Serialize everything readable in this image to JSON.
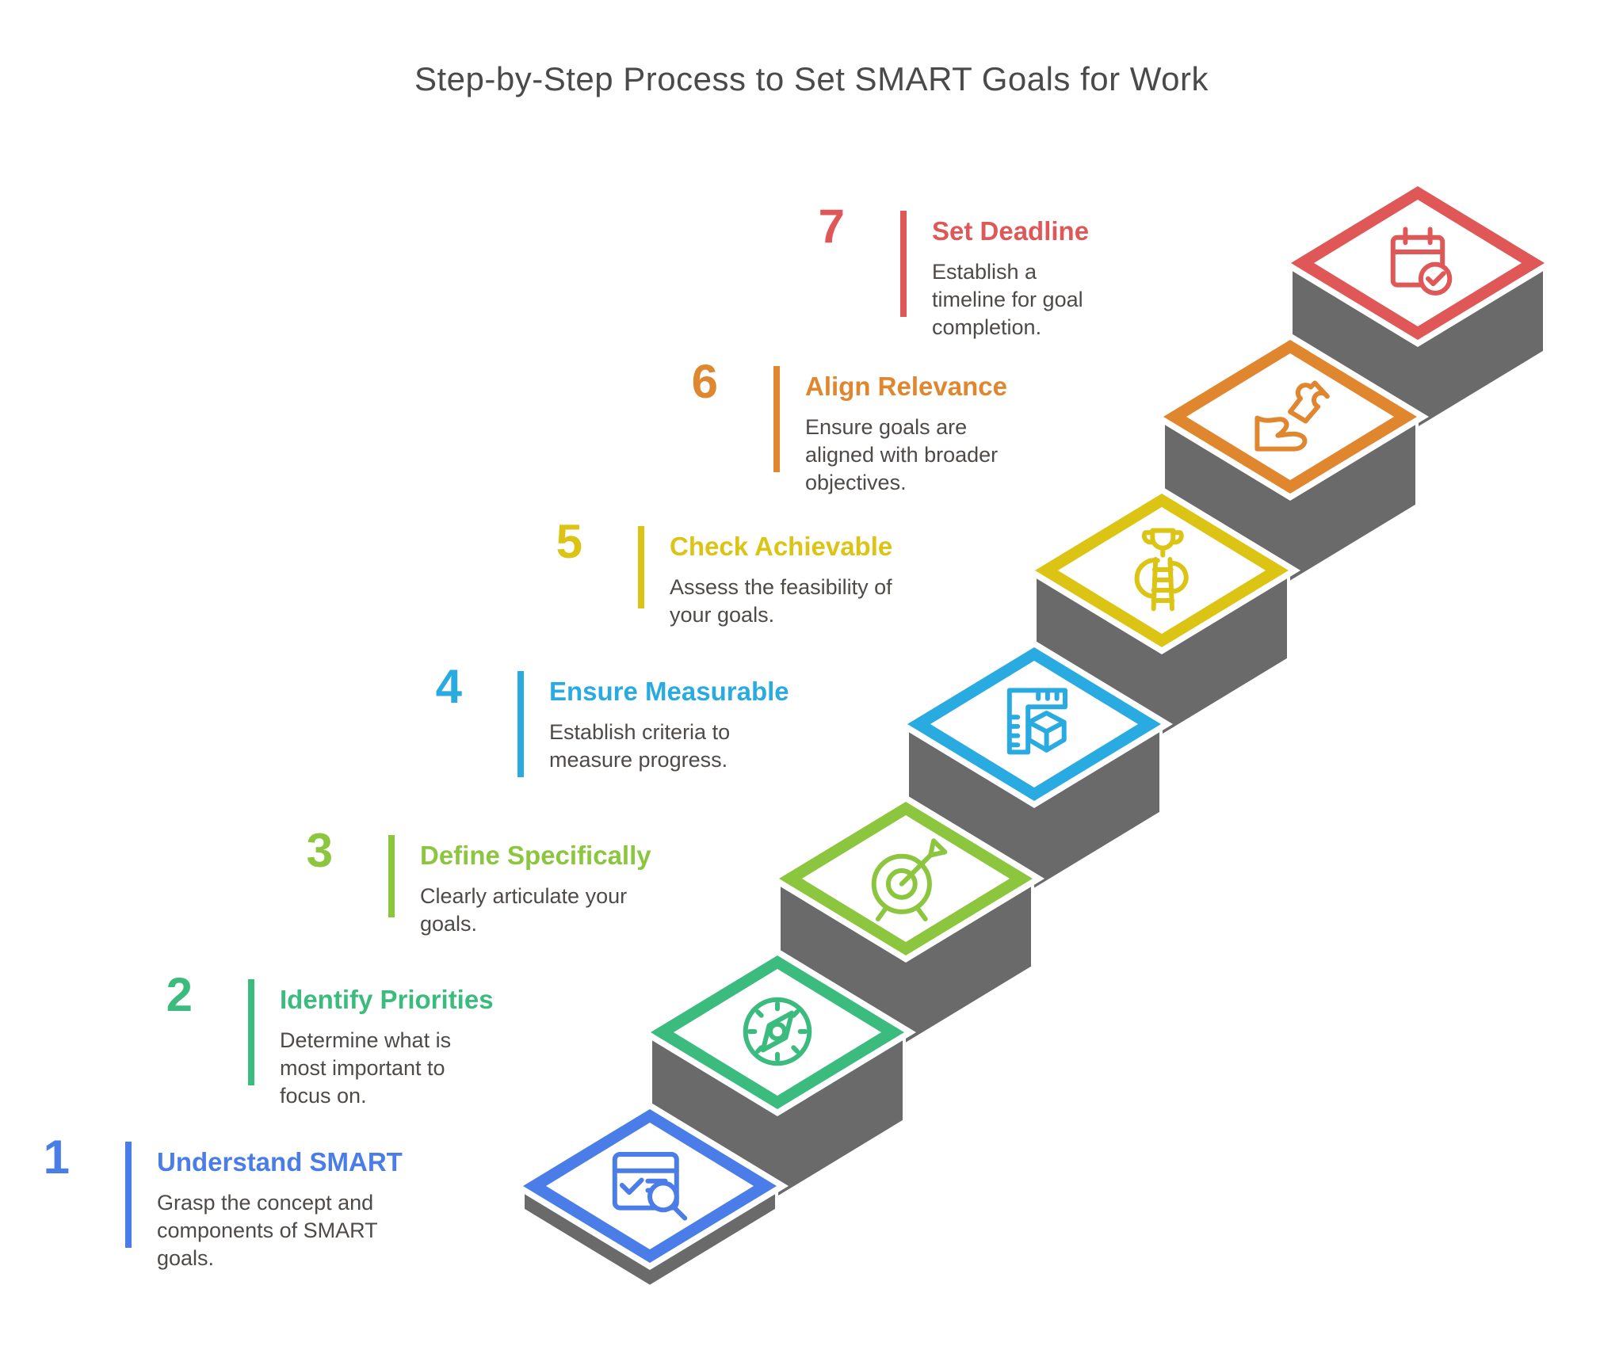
{
  "title": "Step-by-Step Process to Set SMART Goals for Work",
  "colors": {
    "background": "#ffffff",
    "step_block_gray": "#6A6A6A",
    "title_text": "#4A4A4A",
    "description_text": "#4E4A48"
  },
  "steps": [
    {
      "number": "1",
      "title": "Understand SMART",
      "description": "Grasp the concept and components of SMART goals.",
      "color": "#4A7DE8",
      "icon": "window-search-icon"
    },
    {
      "number": "2",
      "title": "Identify Priorities",
      "description": "Determine what is most important to focus on.",
      "color": "#3BBC7E",
      "icon": "compass-icon"
    },
    {
      "number": "3",
      "title": "Define Specifically",
      "description": "Clearly articulate your goals.",
      "color": "#8CC63F",
      "icon": "target-icon"
    },
    {
      "number": "4",
      "title": "Ensure Measurable",
      "description": "Establish criteria to measure progress.",
      "color": "#29ABE2",
      "icon": "ruler-cube-icon"
    },
    {
      "number": "5",
      "title": "Check Achievable",
      "description": "Assess the feasibility of your goals.",
      "color": "#DCC414",
      "icon": "ladder-trophy-icon"
    },
    {
      "number": "6",
      "title": "Align Relevance",
      "description": "Ensure goals are aligned with broader objectives.",
      "color": "#E0862F",
      "icon": "hand-puzzle-icon"
    },
    {
      "number": "7",
      "title": "Set Deadline",
      "description": "Establish a timeline for goal completion.",
      "color": "#DF5757",
      "icon": "calendar-check-icon"
    }
  ]
}
